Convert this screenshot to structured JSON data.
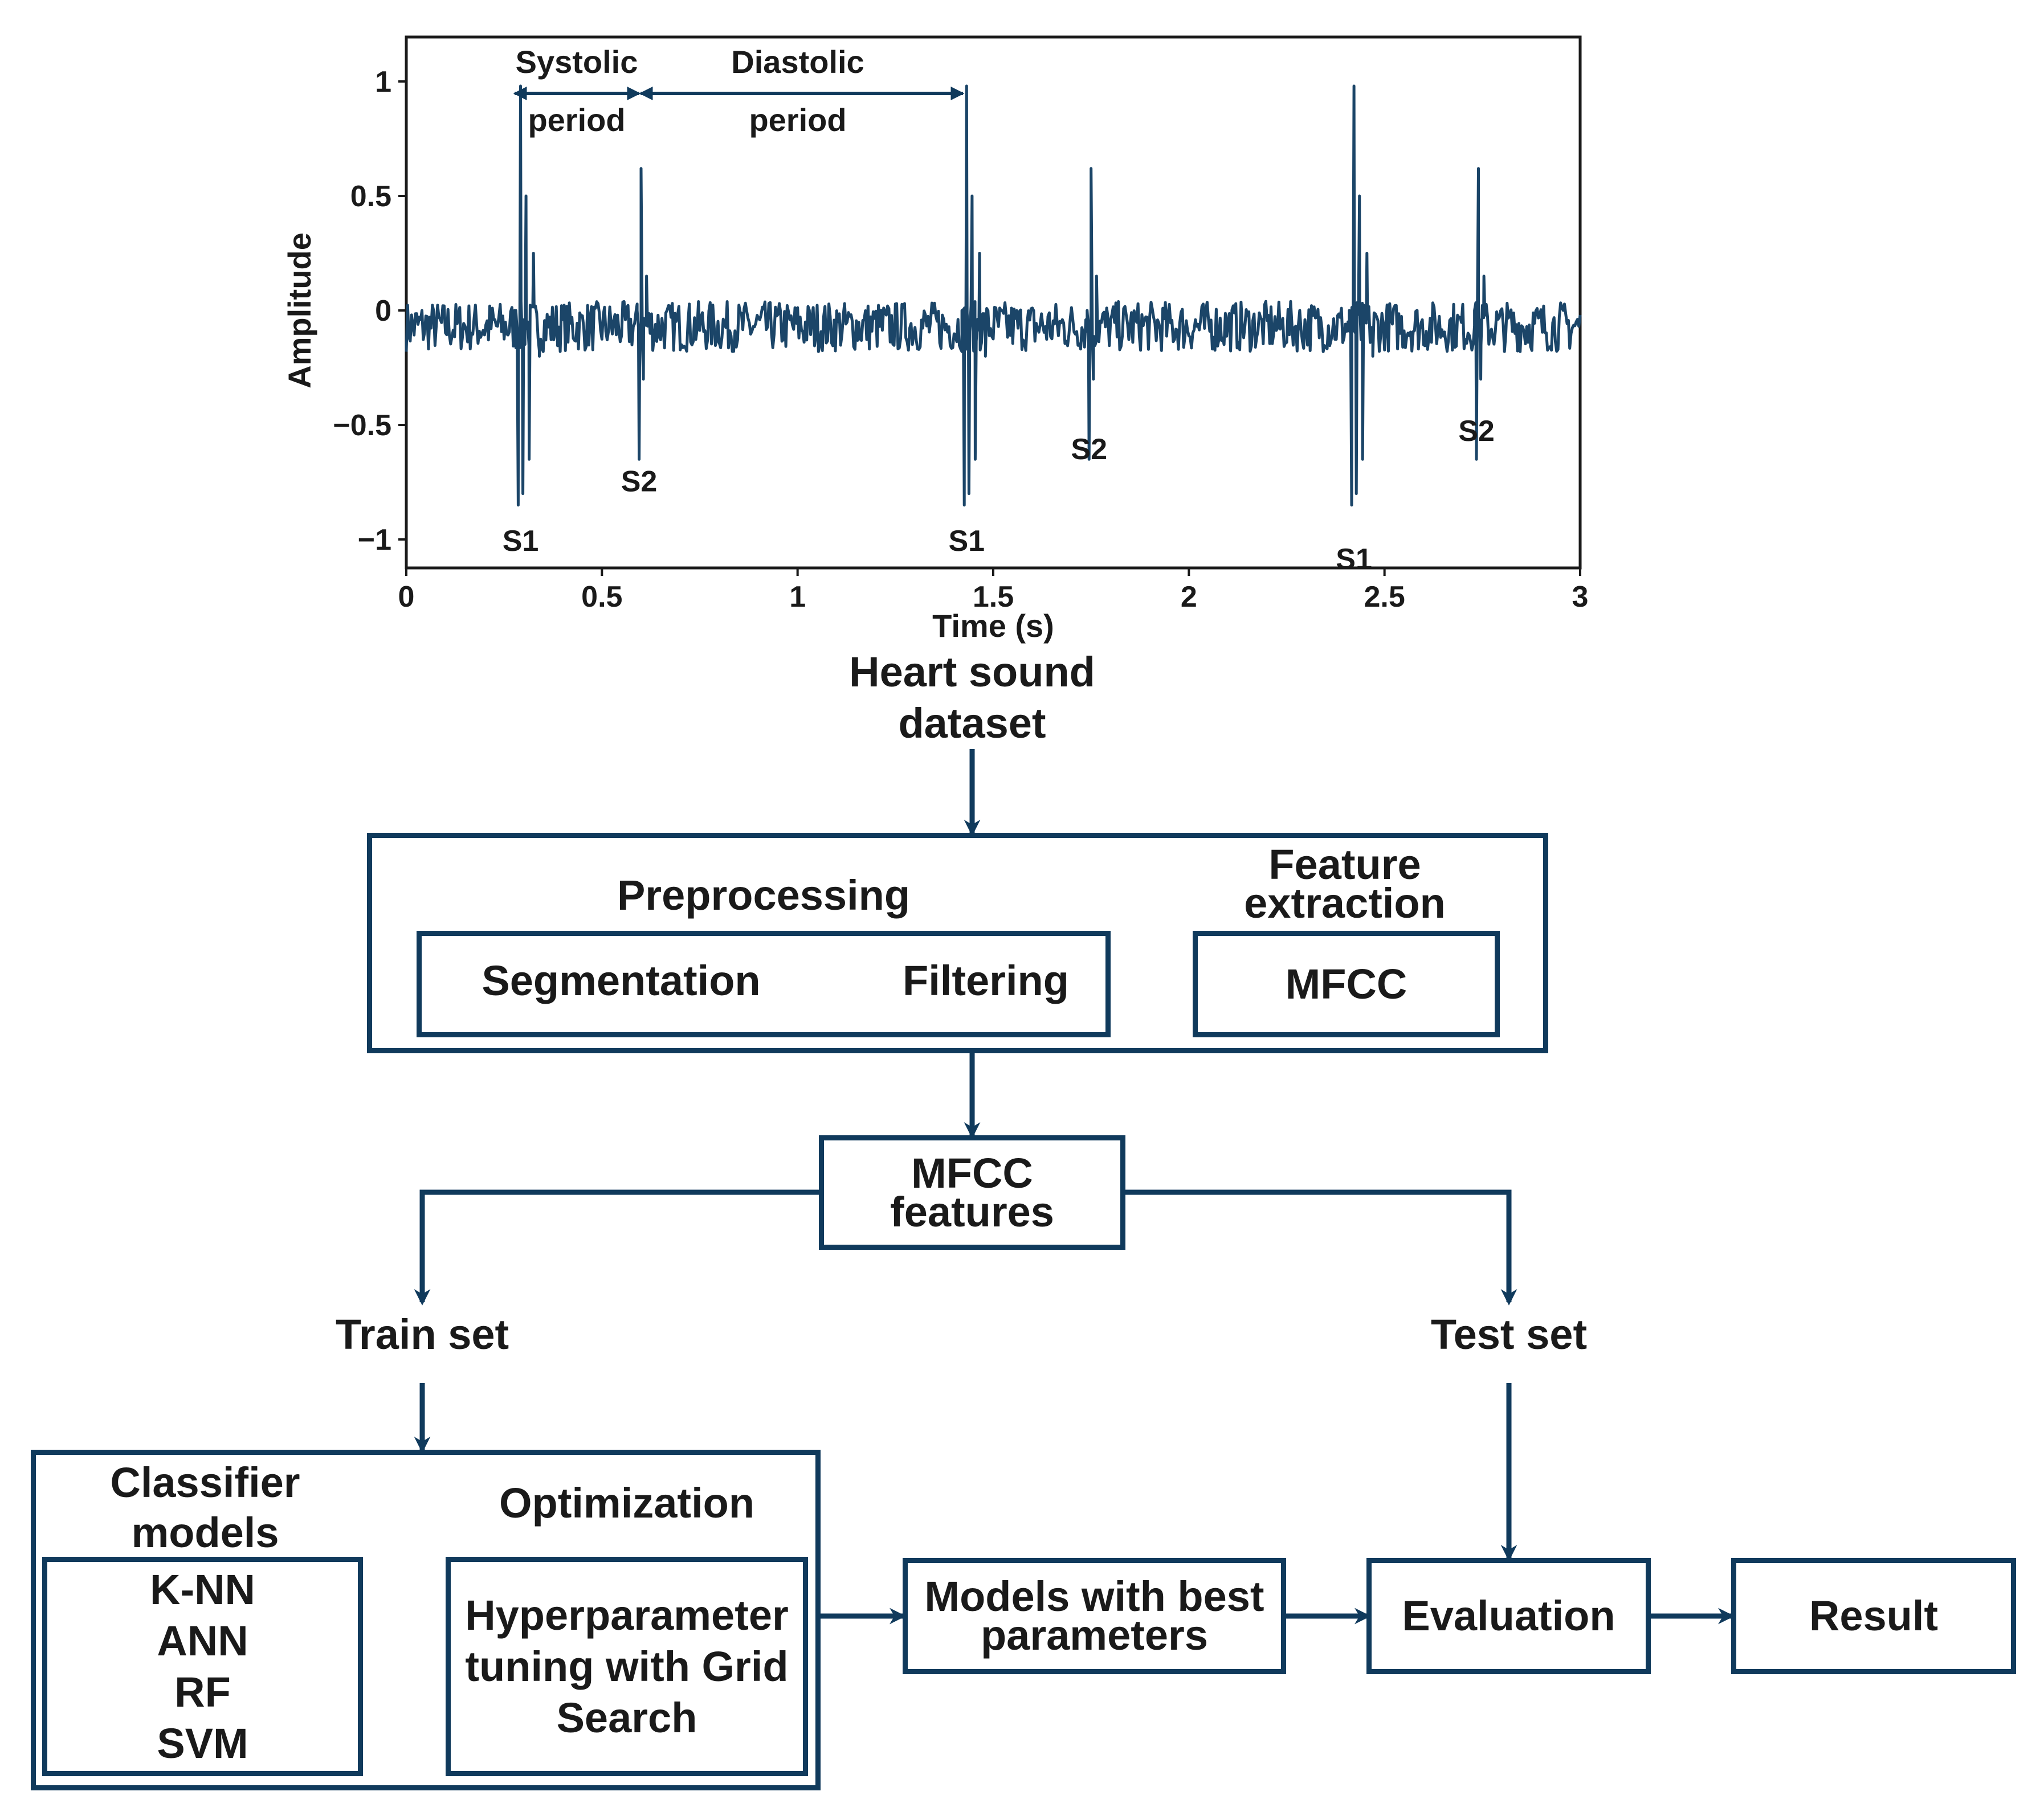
{
  "chart_data": {
    "type": "line",
    "xlabel": "Time (s)",
    "ylabel": "Amplitude",
    "xlim": [
      0,
      3
    ],
    "ylim": [
      -1.1,
      1.15
    ],
    "xticks": [
      "0",
      "0.5",
      "1",
      "1.5",
      "2",
      "2.5",
      "3"
    ],
    "yticks": [
      "1",
      "0.5",
      "0",
      "−0.5",
      "−1"
    ],
    "grid": false,
    "series": [
      {
        "color": "#1b4568"
      }
    ],
    "peaks": [
      {
        "label": "S1",
        "t": 0.28
      },
      {
        "label": "S2",
        "t": 0.59
      },
      {
        "label": "S1",
        "t": 1.42
      },
      {
        "label": "S2",
        "t": 1.74
      },
      {
        "label": "S1",
        "t": 2.41
      },
      {
        "label": "S2",
        "t": 2.73
      }
    ],
    "annotations": {
      "systolic_top": "Systolic",
      "systolic_bottom": "period",
      "diastolic_top": "Diastolic",
      "diastolic_bottom": "period"
    }
  },
  "flow": {
    "dataset_line1": "Heart sound",
    "dataset_line2": "dataset",
    "preprocessing": "Preprocessing",
    "segmentation": "Segmentation",
    "filtering": "Filtering",
    "feature_extraction_line1": "Feature",
    "feature_extraction_line2": "extraction",
    "mfcc": "MFCC",
    "mfcc_features_line1": "MFCC",
    "mfcc_features_line2": "features",
    "train_set": "Train set",
    "test_set": "Test set",
    "classifier_line1": "Classifier",
    "classifier_line2": "models",
    "models": [
      "K-NN",
      "ANN",
      "RF",
      "SVM"
    ],
    "optimization": "Optimization",
    "hyper_line1": "Hyperparameter",
    "hyper_line2": "tuning with Grid",
    "hyper_line3": "Search",
    "best_line1": "Models with best",
    "best_line2": "parameters",
    "evaluation": "Evaluation",
    "result": "Result"
  },
  "colors": {
    "line": "#103a5c",
    "signal": "#1b4568",
    "text": "#1a1a1a"
  }
}
